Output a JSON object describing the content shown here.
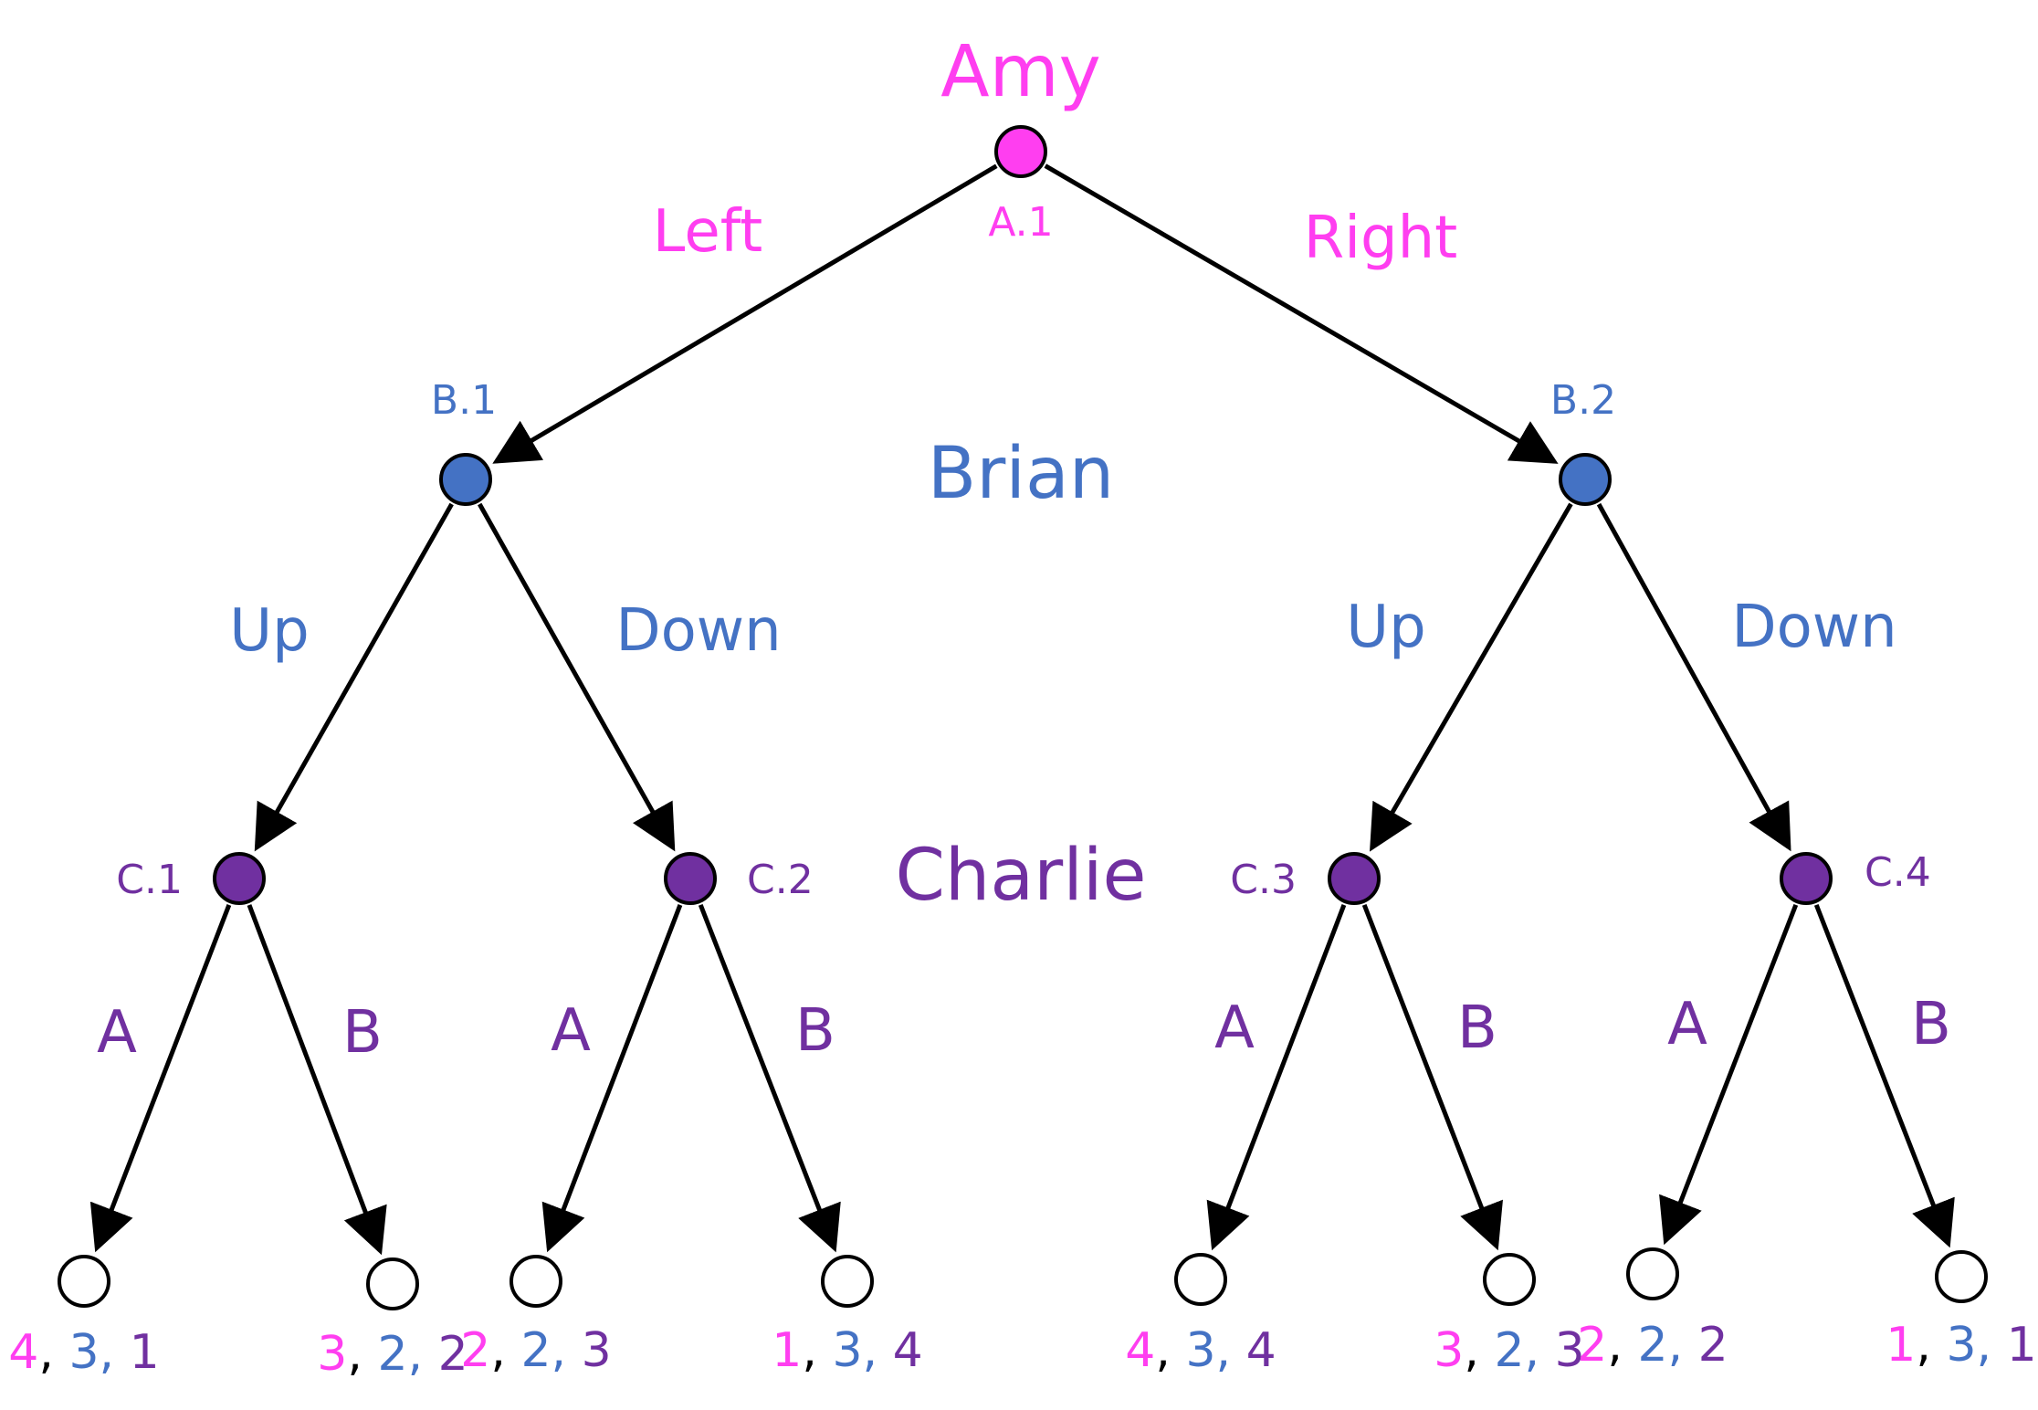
{
  "colors": {
    "amy": "#ff3ef0",
    "brian": "#4472c4",
    "charlie": "#7030a0",
    "edge": "#000000",
    "terminal_fill": "#ffffff"
  },
  "players": {
    "amy": "Amy",
    "brian": "Brian",
    "charlie": "Charlie"
  },
  "nodes": [
    {
      "id": "A.1",
      "player": "amy"
    },
    {
      "id": "B.1",
      "player": "brian"
    },
    {
      "id": "B.2",
      "player": "brian"
    },
    {
      "id": "C.1",
      "player": "charlie"
    },
    {
      "id": "C.2",
      "player": "charlie"
    },
    {
      "id": "C.3",
      "player": "charlie"
    },
    {
      "id": "C.4",
      "player": "charlie"
    }
  ],
  "moves": {
    "amy": [
      "Left",
      "Right"
    ],
    "brian": [
      [
        "Up",
        "Down"
      ],
      [
        "Up",
        "Down"
      ]
    ],
    "charlie": [
      [
        "A",
        "B"
      ],
      [
        "A",
        "B"
      ],
      [
        "A",
        "B"
      ],
      [
        "A",
        "B"
      ]
    ]
  },
  "payoffs": [
    [
      4,
      3,
      1
    ],
    [
      3,
      2,
      2
    ],
    [
      2,
      2,
      3
    ],
    [
      1,
      3,
      4
    ],
    [
      4,
      3,
      4
    ],
    [
      3,
      2,
      3
    ],
    [
      2,
      2,
      2
    ],
    [
      1,
      3,
      1
    ]
  ]
}
